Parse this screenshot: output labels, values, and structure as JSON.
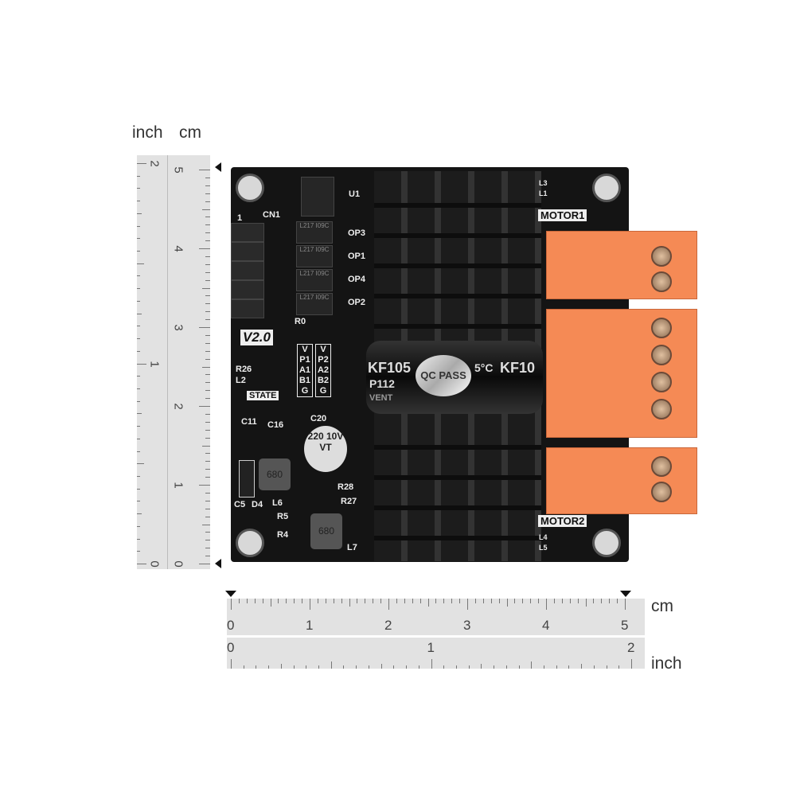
{
  "rulers": {
    "vertical": {
      "inch_label": "inch",
      "cm_label": "cm",
      "cm_ticks": [
        "0",
        "1",
        "2",
        "3",
        "4",
        "5"
      ],
      "inch_ticks": [
        "0",
        "1",
        "2"
      ]
    },
    "horizontal": {
      "cm_label": "cm",
      "inch_label": "inch",
      "cm_ticks": [
        "0",
        "1",
        "2",
        "3",
        "4",
        "5"
      ],
      "inch_ticks": [
        "0",
        "1",
        "2"
      ]
    }
  },
  "board": {
    "version": "V2.0",
    "labels": {
      "u1": "U1",
      "cn1": "CN1",
      "pin1": "1",
      "op3": "OP3",
      "op1": "OP1",
      "op4": "OP4",
      "op2": "OP2",
      "r0": "R0",
      "r26": "R26",
      "l2": "L2",
      "state": "STATE",
      "c11": "C11",
      "c16": "C16",
      "c20": "C20",
      "c5": "C5",
      "d4": "D4",
      "l6": "L6",
      "r28": "R28",
      "r27": "R27",
      "r5": "R5",
      "r4": "R4",
      "l7": "L7",
      "motor1": "MOTOR1",
      "motor2": "MOTOR2",
      "l3": "L3",
      "l1": "L1",
      "l4": "L4",
      "l5": "L5"
    },
    "pinout1": [
      "V",
      "P1",
      "A1",
      "B1",
      "G"
    ],
    "pinout2": [
      "V",
      "P2",
      "A2",
      "B2",
      "G"
    ],
    "optocoupler_marking": "L217 I09C",
    "capacitor_marking": {
      "left": "KF105",
      "right": "KF10",
      "line2": "P112",
      "vent": "VENT",
      "sticker": "QC PASS",
      "temp": "5°C"
    },
    "elcap_marking": "220 10V VT",
    "inductor_marking": "680"
  },
  "colors": {
    "board": "#141414",
    "terminal": "#f58a55",
    "silkscreen": "#eeeeee"
  }
}
